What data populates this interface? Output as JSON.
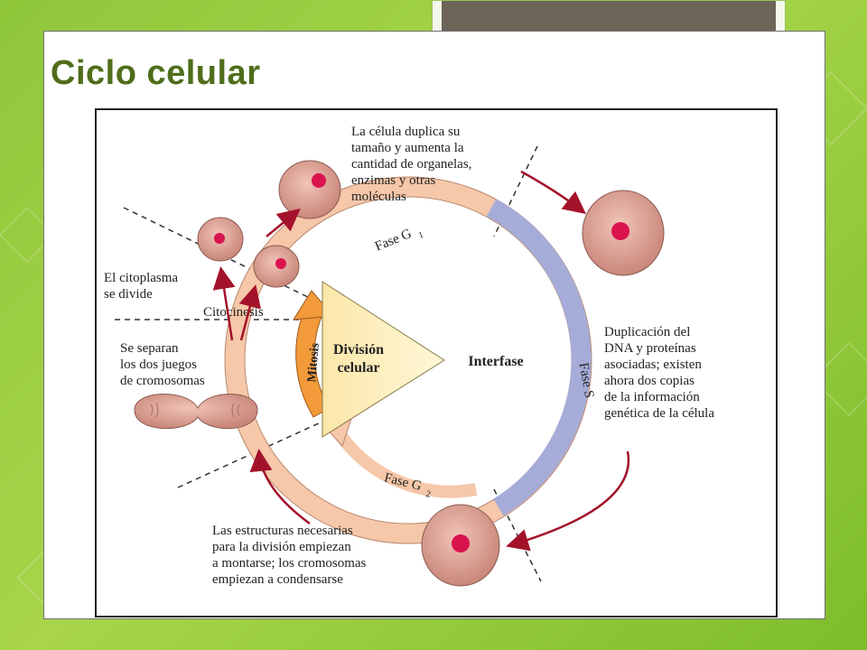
{
  "slide": {
    "title": "Ciclo celular"
  },
  "diagram": {
    "center_left_label_1": "División",
    "center_left_label_2": "celular",
    "center_right_label": "Interfase",
    "phase_g1": "Fase G",
    "phase_g1_sub": "1",
    "phase_s": "Fase S",
    "phase_g2": "Fase G",
    "phase_g2_sub": "2",
    "phase_mitosis": "Mitosis",
    "citocinesis": "Citocinesis",
    "note_top": [
      "La célula duplica su",
      "tamaño y aumenta la",
      "cantidad de organelas,",
      "enzimas y otras",
      "moléculas"
    ],
    "note_right": [
      "Duplicación del",
      "DNA y proteínas",
      "asociadas; existen",
      "ahora dos copias",
      "de la información",
      "genética de la célula"
    ],
    "note_bottom": [
      "Las estructuras necesarias",
      "para la división empiezan",
      "a montarse; los cromosomas",
      "empiezan a condensarse"
    ],
    "note_left_top": [
      "El citoplasma",
      "se divide"
    ],
    "note_left_mid": [
      "Se separan",
      "los dos juegos",
      "de cromosomas"
    ]
  },
  "colors": {
    "background_green": "#8fc73a",
    "title_green": "#4f6d1a",
    "title_bar": "#6c6456",
    "ring_salmon": "#f6c7a9",
    "ring_blue": "#a6acd8",
    "mitosis_orange": "#f39a3a",
    "cell_fill": "#e3a79a",
    "nucleus": "#d9134e",
    "arrow_red": "#a3122a"
  }
}
